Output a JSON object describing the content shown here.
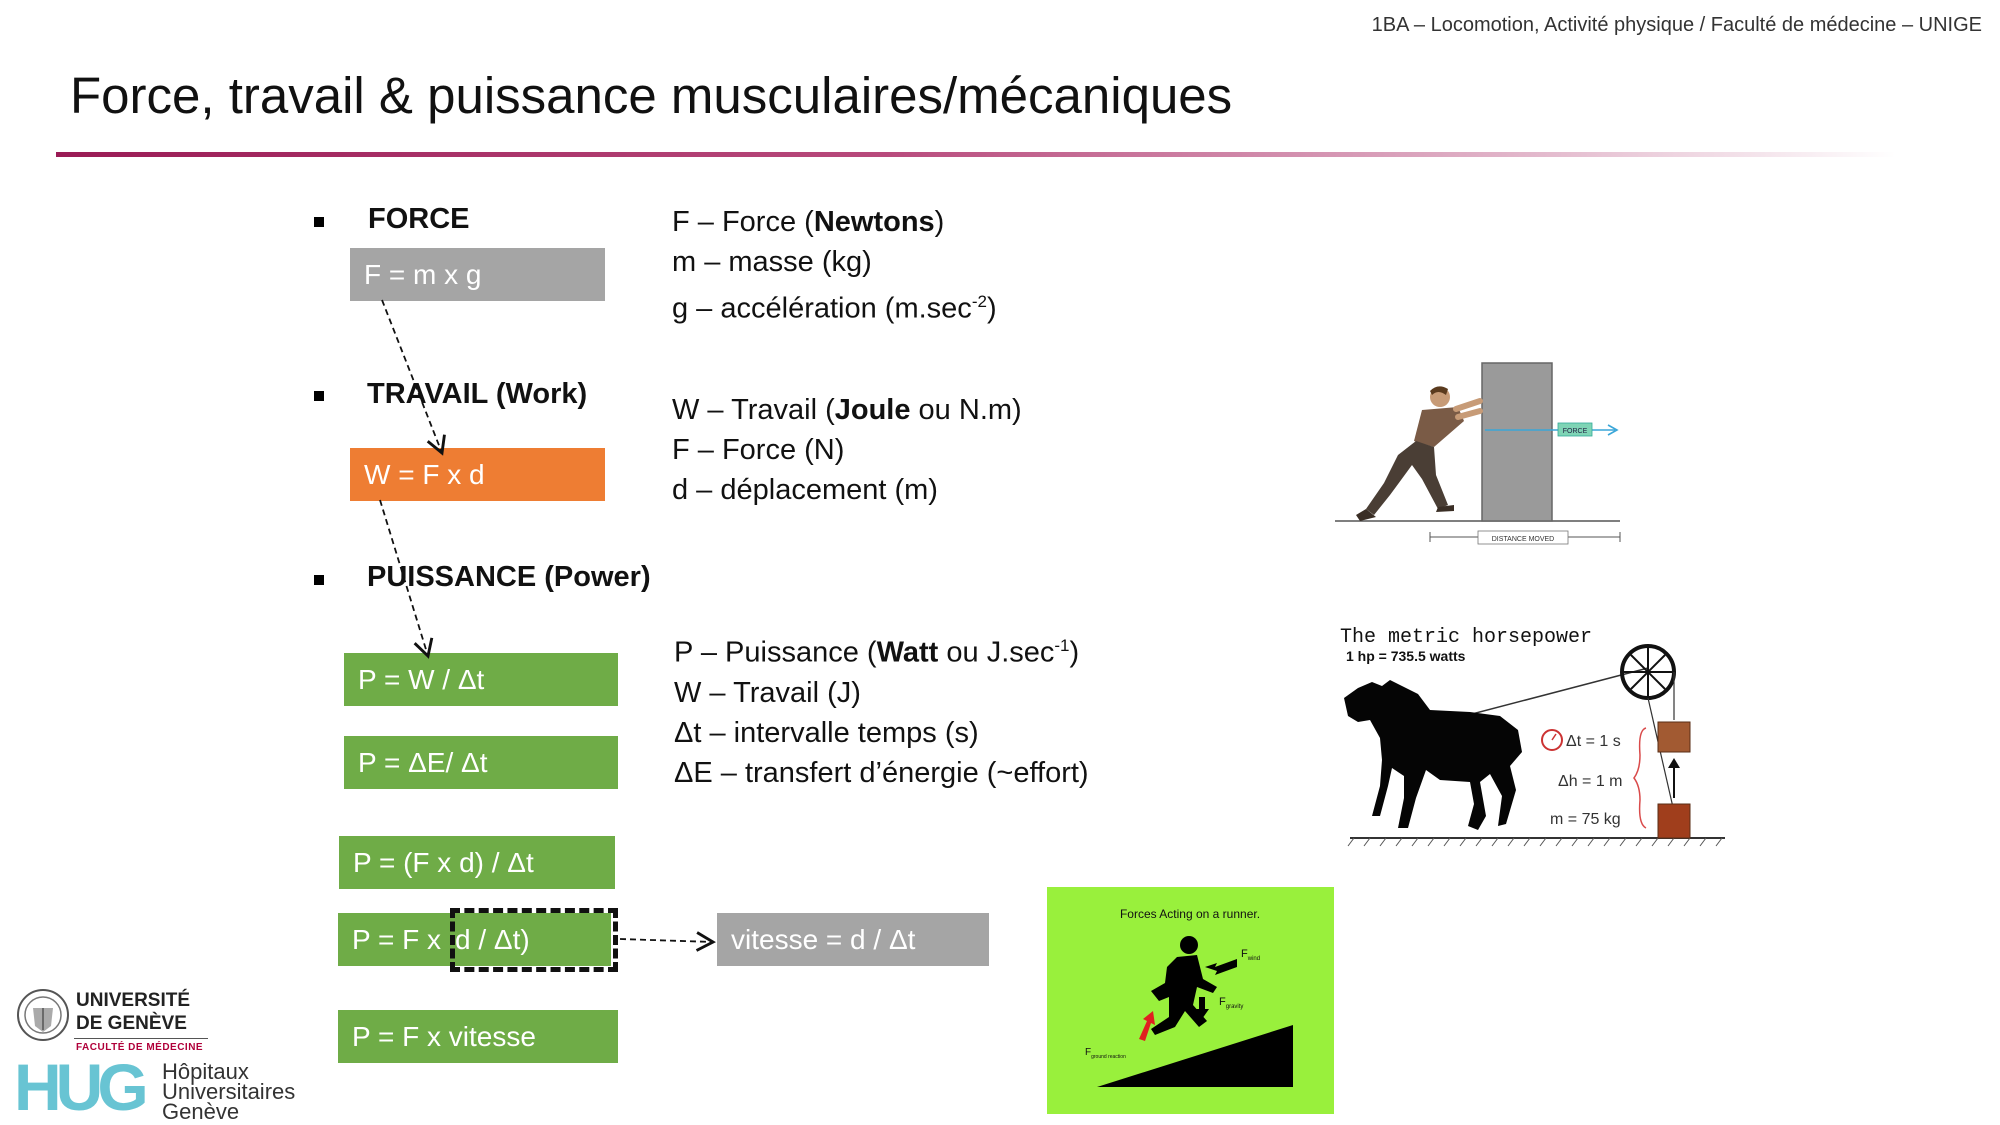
{
  "header_note": "1BA – Locomotion, Activité physique / Faculté de médecine – UNIGE",
  "title": "Force, travail & puissance musculaires/mécaniques",
  "sections": {
    "force": "FORCE",
    "travail": "TRAVAIL (Work)",
    "puissance": "PUISSANCE (Power)"
  },
  "formulas": {
    "force": "F = m x g",
    "work": "W = F x d",
    "p1": "P = W / Δt",
    "p2": "P = ΔE/ Δt",
    "p3": "P = (F x d) / Δt",
    "p4_left": "P = F x ",
    "p4_right": "d / Δt)",
    "p5": "P = F x vitesse",
    "vitesse": "vitesse = d / Δt"
  },
  "force_defs": {
    "l1_a": "F – Force (",
    "l1_b": "Newtons",
    "l1_c": ")",
    "l2": "m – masse (kg)",
    "l3_a": "g – accélération (m.sec",
    "l3_sup": "-2",
    "l3_c": ")"
  },
  "work_defs": {
    "l1_a": "W – Travail (",
    "l1_b": "Joule",
    "l1_c": " ou N.m)",
    "l2": "F – Force (N)",
    "l3": "d – déplacement (m)"
  },
  "power_defs": {
    "l1_a": "P – Puissance (",
    "l1_b": "Watt",
    "l1_c": " ou J.sec",
    "l1_sup": "-1",
    "l1_d": ")",
    "l2": "W – Travail (J)",
    "l3": "Δt – intervalle temps (s)",
    "l4": "ΔE – transfert d’énergie (~effort)"
  },
  "illus_push": {
    "force_label": "FORCE",
    "distance_label": "DISTANCE   MOVED"
  },
  "illus_horse": {
    "title": "The metric horsepower",
    "subtitle": "1 hp = 735.5 watts",
    "dt": "Δt = 1 s",
    "dh": "Δh = 1 m",
    "m": "m = 75 kg"
  },
  "illus_runner": {
    "title": "Forces Acting on a runner.",
    "f_wind": "F",
    "f_wind_sub": "wind",
    "f_gravity": "F",
    "f_gravity_sub": "gravity",
    "f_ground": "F",
    "f_ground_sub": "ground reaction",
    "bg_color": "#99f03c"
  },
  "logos": {
    "unige_l1": "UNIVERSITÉ",
    "unige_l2": "DE GENÈVE",
    "unige_fac": "FACULTÉ DE MÉDECINE",
    "hug_mark": "HUG",
    "hug_l1": "Hôpitaux",
    "hug_l2": "Universitaires",
    "hug_l3": "Genève"
  },
  "colors": {
    "grey": "#a5a5a5",
    "orange": "#ee7d33",
    "green": "#6fac47",
    "accent": "#9a1b55"
  }
}
